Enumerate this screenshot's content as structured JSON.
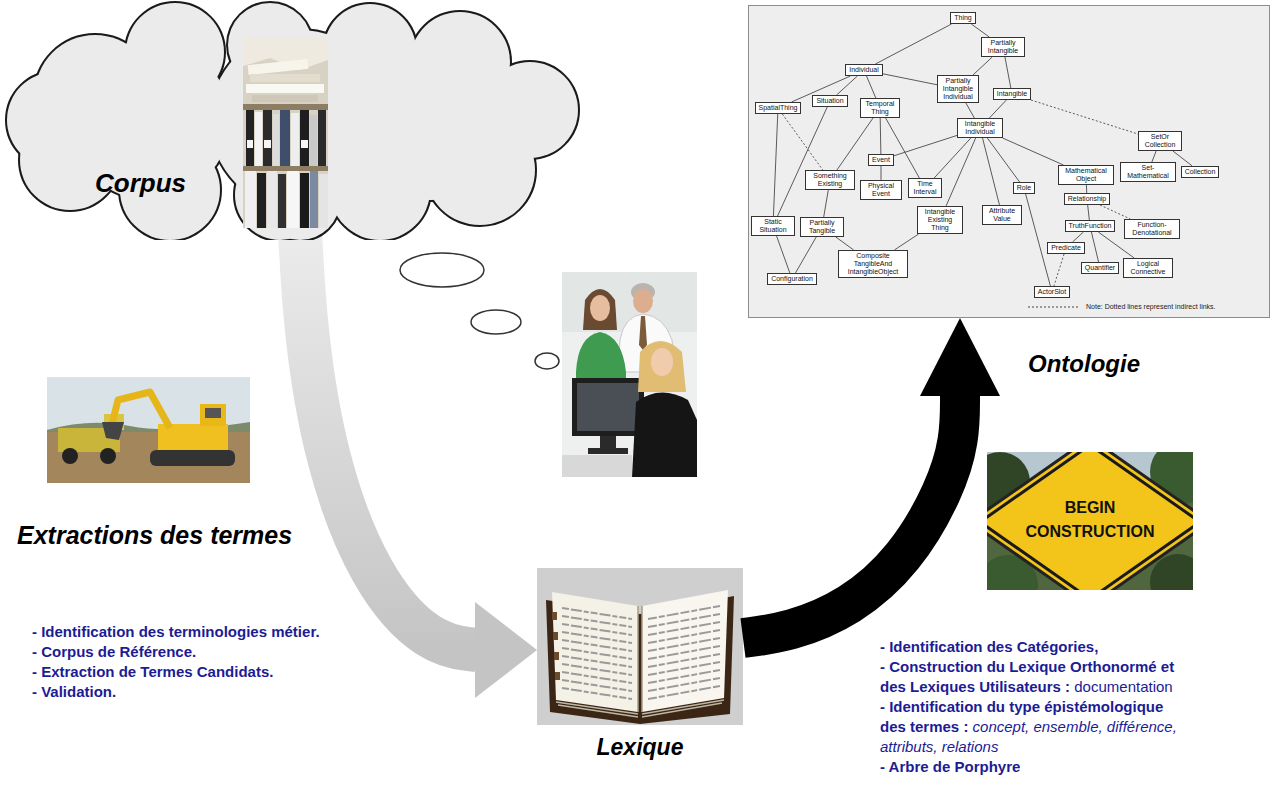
{
  "diagram": {
    "nodes": [
      {
        "text": [
          "Corpus"
        ]
      },
      {
        "text": [
          "Lexique"
        ]
      },
      {
        "text": [
          "Ontologie"
        ]
      },
      {
        "text": [
          "Thing"
        ],
        "in": 2
      },
      {
        "text": [
          "Partially Intangible"
        ],
        "in": 2
      },
      {
        "text": [
          "Individual"
        ],
        "in": 2
      },
      {
        "text": [
          "Partially Intangible Individual"
        ],
        "in": 2
      },
      {
        "text": [
          "Intangible"
        ],
        "in": 2
      },
      {
        "text": [
          "SpatialThing"
        ],
        "in": 2
      },
      {
        "text": [
          "Situation"
        ],
        "in": 2
      },
      {
        "text": [
          "Temporal Thing"
        ],
        "in": 2
      },
      {
        "text": [
          "Intangible Individual"
        ],
        "in": 2
      },
      {
        "text": [
          "SetOr Collection"
        ],
        "in": 2
      },
      {
        "text": [
          "Event"
        ],
        "in": 2
      },
      {
        "text": [
          "Something Existing"
        ],
        "in": 2
      },
      {
        "text": [
          "Physical Event"
        ],
        "in": 2
      },
      {
        "text": [
          "Time Interval"
        ],
        "in": 2
      },
      {
        "text": [
          "Role"
        ],
        "in": 2
      },
      {
        "text": [
          "Mathematical Object"
        ],
        "in": 2
      },
      {
        "text": [
          "Set-Mathematical"
        ],
        "in": 2
      },
      {
        "text": [
          "Collection"
        ],
        "in": 2
      },
      {
        "text": [
          "Relationship"
        ],
        "in": 2
      },
      {
        "text": [
          "Intangible Existing Thing"
        ],
        "in": 2
      },
      {
        "text": [
          "Attribute Value"
        ],
        "in": 2
      },
      {
        "text": [
          "TruthFunction"
        ],
        "in": 2
      },
      {
        "text": [
          "Function-Denotational"
        ],
        "in": 2
      },
      {
        "text": [
          "Static Situation"
        ],
        "in": 2
      },
      {
        "text": [
          "Partially Tangible"
        ],
        "in": 2
      },
      {
        "text": [
          "Predicate"
        ],
        "in": 2
      },
      {
        "text": [
          "Quantifier"
        ],
        "in": 2
      },
      {
        "text": [
          "Logical Connective"
        ],
        "in": 2
      },
      {
        "text": [
          "Composite TangibleAnd IntangibleObject"
        ],
        "in": 2
      },
      {
        "text": [
          "Configuration"
        ],
        "in": 2
      },
      {
        "text": [
          "ActorSlot"
        ],
        "in": 2
      }
    ],
    "edges": [
      {
        "from": 0,
        "to": 1,
        "arrow": "to"
      },
      {
        "from": 1,
        "to": 2,
        "arrow": "to"
      },
      {
        "from": 3,
        "to": 5,
        "arrow": "none"
      },
      {
        "from": 3,
        "to": 4,
        "arrow": "none"
      },
      {
        "from": 4,
        "to": 6,
        "arrow": "none"
      },
      {
        "from": 4,
        "to": 7,
        "arrow": "none"
      },
      {
        "from": 5,
        "to": 6,
        "arrow": "none"
      },
      {
        "from": 5,
        "to": 8,
        "arrow": "none"
      },
      {
        "from": 5,
        "to": 9,
        "arrow": "none"
      },
      {
        "from": 5,
        "to": 10,
        "arrow": "none"
      },
      {
        "from": 6,
        "to": 11,
        "arrow": "none"
      },
      {
        "from": 7,
        "to": 11,
        "arrow": "none"
      },
      {
        "from": 7,
        "to": 12,
        "arrow": "none"
      },
      {
        "from": 8,
        "to": 14,
        "arrow": "none"
      },
      {
        "from": 8,
        "to": 26,
        "arrow": "none"
      },
      {
        "from": 9,
        "to": 26,
        "arrow": "none"
      },
      {
        "from": 10,
        "to": 13,
        "arrow": "none"
      },
      {
        "from": 10,
        "to": 14,
        "arrow": "none"
      },
      {
        "from": 10,
        "to": 16,
        "arrow": "none"
      },
      {
        "from": 11,
        "to": 13,
        "arrow": "none"
      },
      {
        "from": 11,
        "to": 16,
        "arrow": "none"
      },
      {
        "from": 11,
        "to": 22,
        "arrow": "none"
      },
      {
        "from": 11,
        "to": 23,
        "arrow": "none"
      },
      {
        "from": 11,
        "to": 17,
        "arrow": "none"
      },
      {
        "from": 11,
        "to": 18,
        "arrow": "none"
      },
      {
        "from": 12,
        "to": 19,
        "arrow": "none"
      },
      {
        "from": 12,
        "to": 20,
        "arrow": "none"
      },
      {
        "from": 13,
        "to": 15,
        "arrow": "none"
      },
      {
        "from": 14,
        "to": 27,
        "arrow": "none"
      },
      {
        "from": 26,
        "to": 32,
        "arrow": "none"
      },
      {
        "from": 27,
        "to": 32,
        "arrow": "none"
      },
      {
        "from": 27,
        "to": 31,
        "arrow": "none"
      },
      {
        "from": 22,
        "to": 31,
        "arrow": "none"
      },
      {
        "from": 18,
        "to": 21,
        "arrow": "none"
      },
      {
        "from": 21,
        "to": 24,
        "arrow": "none"
      },
      {
        "from": 21,
        "to": 25,
        "arrow": "none"
      },
      {
        "from": 24,
        "to": 28,
        "arrow": "none"
      },
      {
        "from": 24,
        "to": 29,
        "arrow": "none"
      },
      {
        "from": 24,
        "to": 30,
        "arrow": "none"
      },
      {
        "from": 28,
        "to": 33,
        "arrow": "none"
      },
      {
        "from": 17,
        "to": 33,
        "arrow": "none"
      }
    ],
    "labels": [
      "Extractions des termes",
      "- Identification des terminologies métier.",
      "- Corpus de Référence.",
      "- Extraction de Termes Candidats.",
      "- Validation.",
      "- Identification des Catégories,",
      "- Construction du Lexique Orthonormé et des Lexiques Utilisateurs :",
      "documentation",
      "- Identification du type épistémologique des termes :",
      "concept, ensemble, différence, attributs, relations",
      "- Arbre de Porphyre",
      "BEGIN CONSTRUCTION"
    ],
    "legend": [
      {
        "text": "Note: Dotted lines represent indirect links."
      }
    ]
  }
}
